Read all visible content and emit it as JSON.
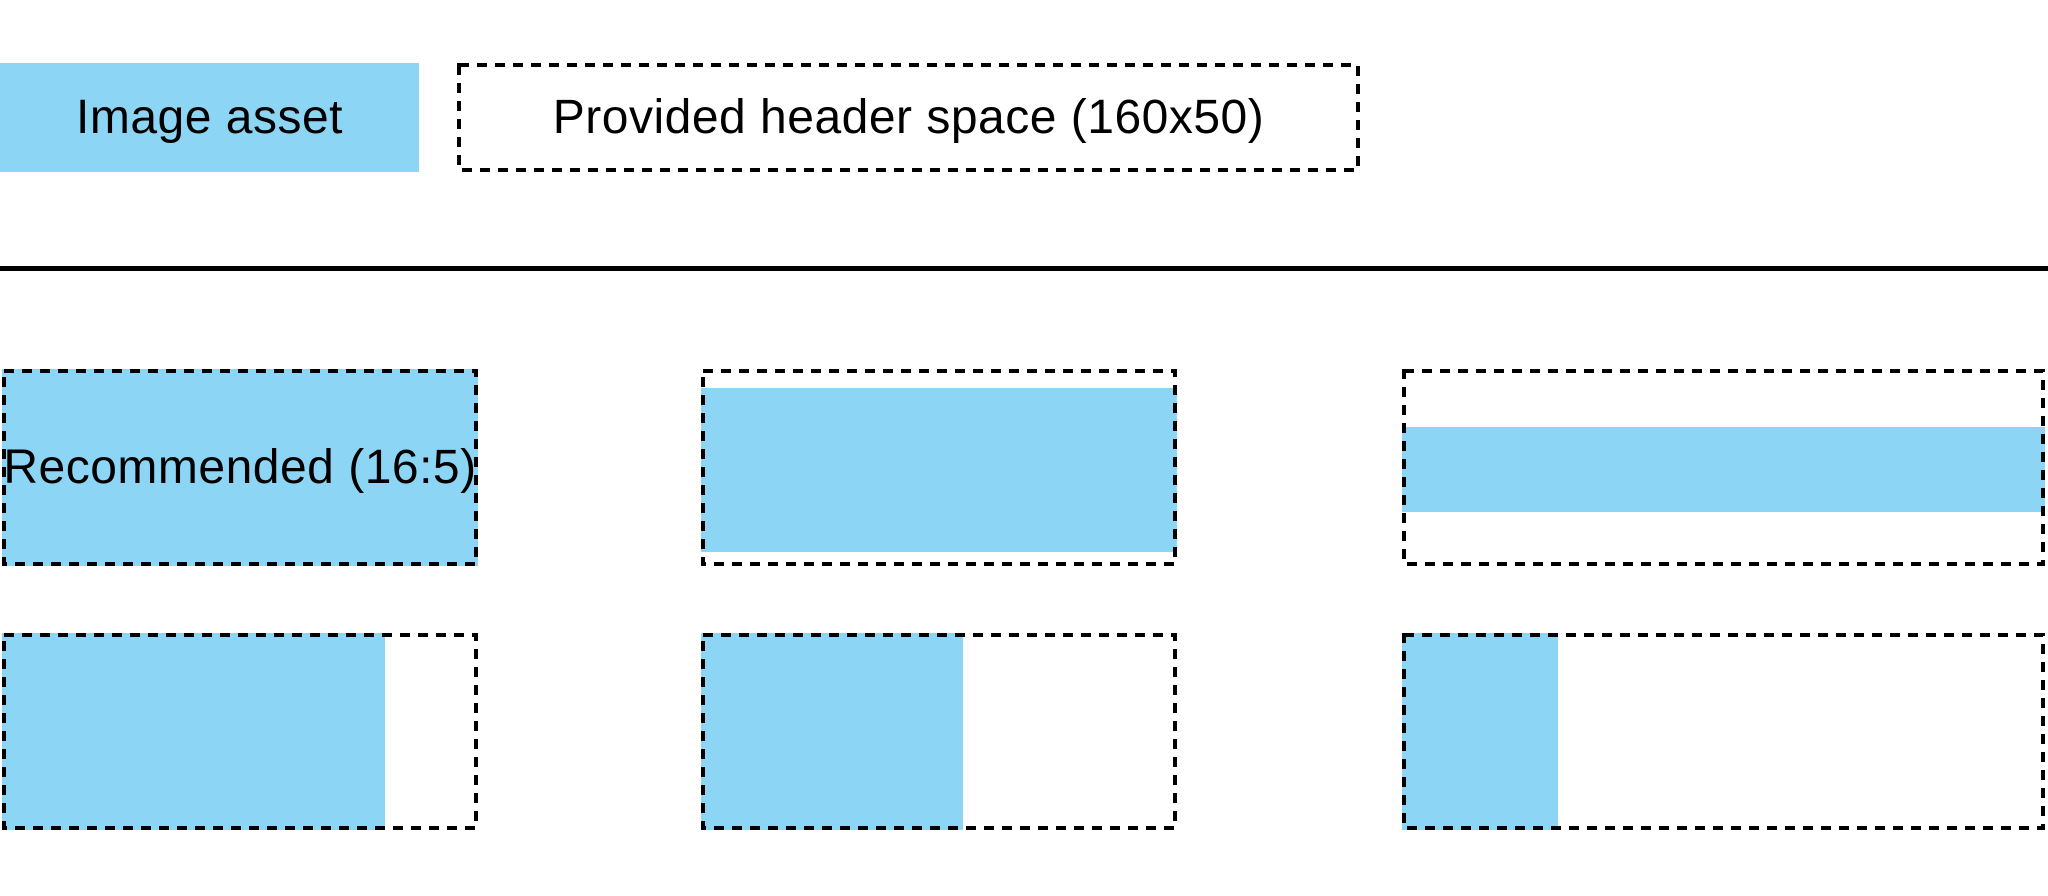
{
  "legend": {
    "image_asset": {
      "label": "Image asset"
    },
    "header_space": {
      "label": "Provided header space (160x50)"
    }
  },
  "examples": {
    "recommended": {
      "label": "Recommended (16:5)"
    }
  },
  "colors": {
    "asset_blue": "#8DD5F4",
    "line_black": "#000000",
    "text_black": "#000000",
    "background": "#FFFFFF"
  }
}
